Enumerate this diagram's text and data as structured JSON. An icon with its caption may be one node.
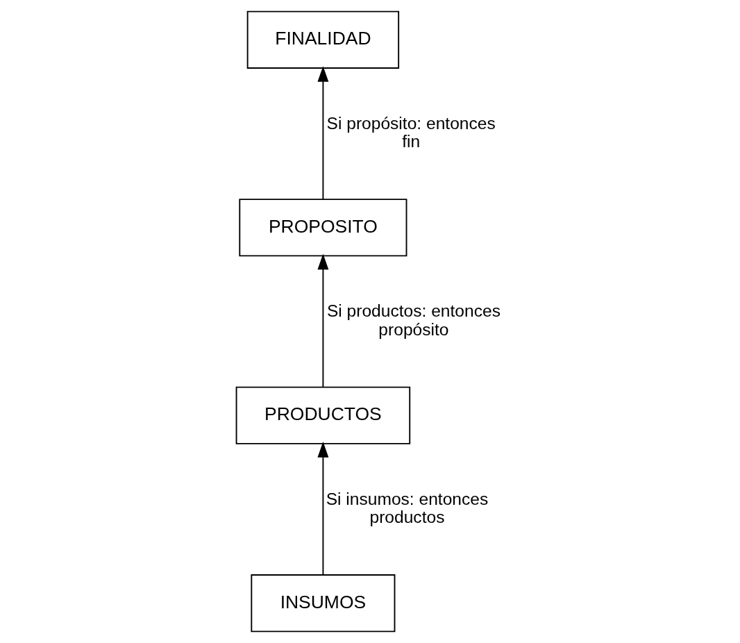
{
  "diagram": {
    "nodes": [
      {
        "text": [
          "FINALIDAD"
        ]
      },
      {
        "text": [
          "PROPOSITO"
        ]
      },
      {
        "text": [
          "PRODUCTOS"
        ]
      },
      {
        "text": [
          "INSUMOS"
        ]
      }
    ],
    "edges": [
      {
        "from": 1,
        "to": 0,
        "arrow": "to",
        "label": "Si propósito: entonces fin"
      },
      {
        "from": 2,
        "to": 1,
        "arrow": "to",
        "label": "Si productos: entonces propósito"
      },
      {
        "from": 3,
        "to": 2,
        "arrow": "to",
        "label": "Si insumos: entonces productos"
      }
    ]
  }
}
